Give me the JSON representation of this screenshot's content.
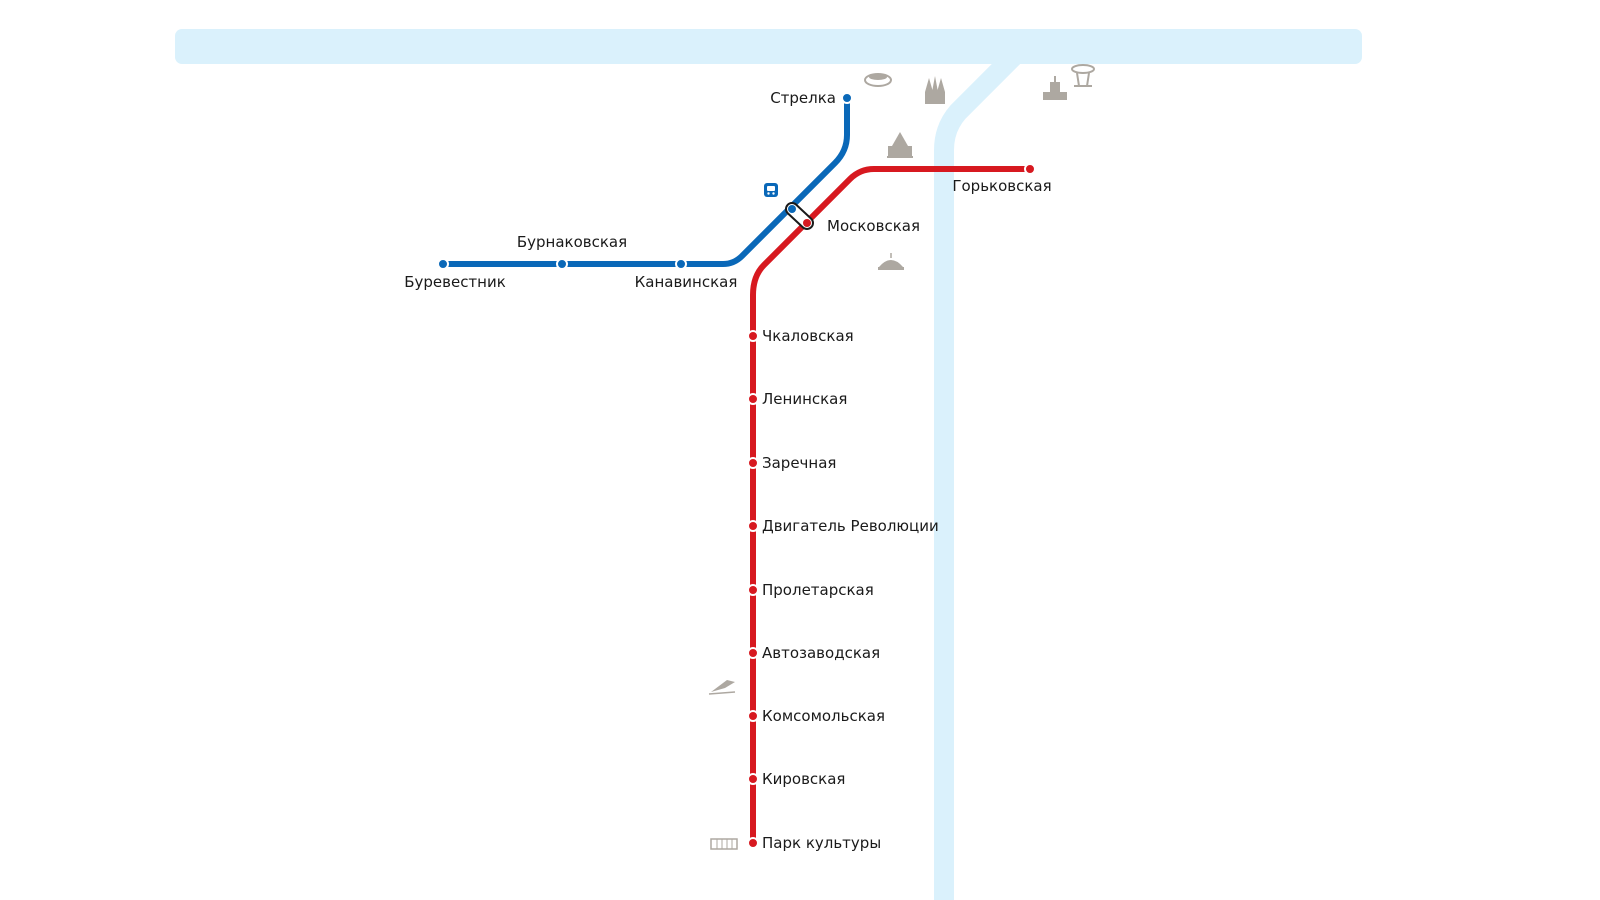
{
  "colors": {
    "river": "#daf1fc",
    "line_blue": "#0a68b8",
    "line_red": "#d71920",
    "landmark": "#a59f97",
    "text": "#1a1a1a"
  },
  "lines": {
    "blue": {
      "stations": [
        {
          "id": "strelka",
          "name": "Стрелка"
        },
        {
          "id": "moskovskaya",
          "name": ""
        },
        {
          "id": "kanavinskaya",
          "name": "Канавинская"
        },
        {
          "id": "burnakovskaya",
          "name": "Бурнаковская"
        },
        {
          "id": "burevestnik",
          "name": "Буревестник"
        }
      ]
    },
    "red": {
      "stations": [
        {
          "id": "gorkovskaya",
          "name": "Горьковская"
        },
        {
          "id": "moskovskaya",
          "name": "Московская"
        },
        {
          "id": "chkalovskaya",
          "name": "Чкаловская"
        },
        {
          "id": "leninskaya",
          "name": "Ленинская"
        },
        {
          "id": "zarechnaya",
          "name": "Заречная"
        },
        {
          "id": "dvigatel",
          "name": "Двигатель Революции"
        },
        {
          "id": "proletarskaya",
          "name": "Пролетарская"
        },
        {
          "id": "avtozavodskaya",
          "name": "Автозаводская"
        },
        {
          "id": "komsomolskaya",
          "name": "Комсомольская"
        },
        {
          "id": "kirovskaya",
          "name": "Кировская"
        },
        {
          "id": "park",
          "name": "Парк культуры"
        }
      ]
    }
  },
  "icons": {
    "train": "train-icon",
    "landmarks": [
      "stadium-icon",
      "cathedral-icon",
      "kremlin-icon",
      "fair-icon",
      "monument-icon",
      "tower-icon",
      "dome-icon",
      "statue-icon",
      "building-icon"
    ]
  }
}
